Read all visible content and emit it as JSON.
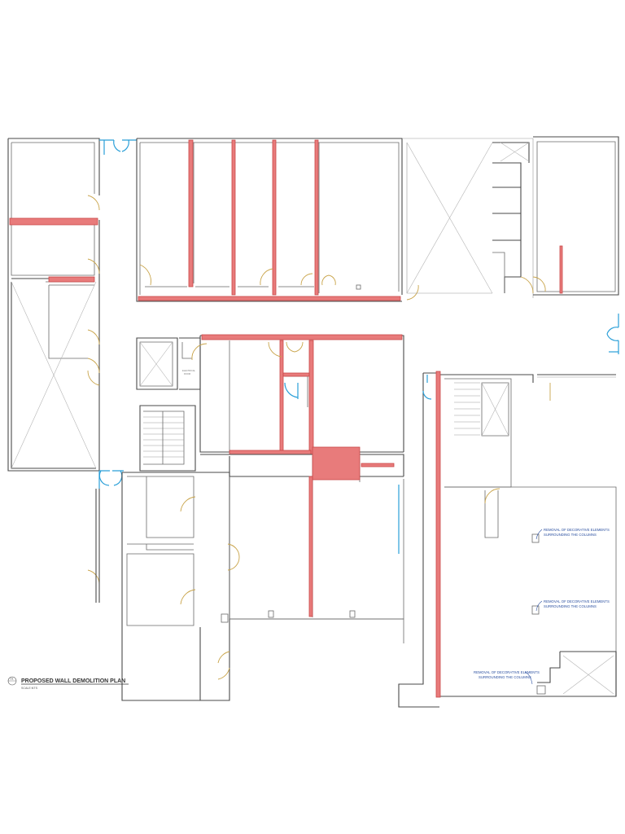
{
  "drawing": {
    "title": "PROPOSED WALL DEMOLITION PLAN",
    "scale": "SCALE:NTS",
    "view_number": "01"
  },
  "notes": [
    "REMOVAL OF DECORATIVE ELEMENTS SURROUNDING THE COLUMNS",
    "REMOVAL OF DECORATIVE ELEMENTS SURROUNDING THE COLUMNS",
    "REMOVAL OF DECORATIVE ELEMENTS SURROUNDING THE COLUMNS"
  ],
  "notes_split": [
    {
      "line1": "REMOVAL OF DECORATIVE ELEMENTS",
      "line2": "SURROUNDING THE COLUMNS"
    },
    {
      "line1": "REMOVAL OF DECORATIVE ELEMENTS",
      "line2": "SURROUNDING THE COLUMNS"
    },
    {
      "line1": "REMOVAL OF DECORATIVE ELEMENTS",
      "line2": "SURROUNDING THE COLUMNS"
    }
  ],
  "legend_colors": {
    "demolition": "#e87b7b",
    "existing_wall": "#4a4a4a",
    "door": "#c9a44a",
    "glazing": "#2a9fd8"
  }
}
